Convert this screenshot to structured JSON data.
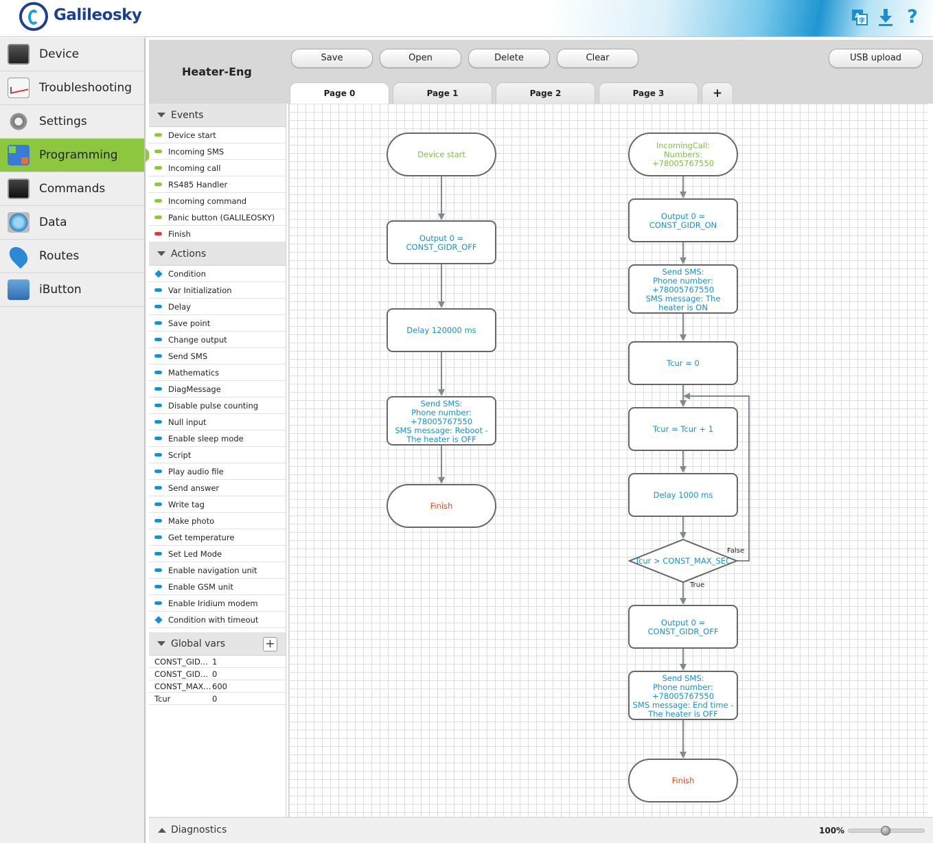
{
  "app": {
    "brand": "Galileosky"
  },
  "header": {
    "icons": [
      "translate-icon",
      "download-icon",
      "help-icon"
    ],
    "help_glyph": "?"
  },
  "nav": {
    "items": [
      {
        "label": "Device",
        "icon": "device-icon"
      },
      {
        "label": "Troubleshooting",
        "icon": "troubleshooting-icon"
      },
      {
        "label": "Settings",
        "icon": "settings-gear-icon"
      },
      {
        "label": "Programming",
        "icon": "programming-icon",
        "active": true
      },
      {
        "label": "Commands",
        "icon": "commands-terminal-icon"
      },
      {
        "label": "Data",
        "icon": "data-globe-icon"
      },
      {
        "label": "Routes",
        "icon": "routes-pin-icon"
      },
      {
        "label": "iButton",
        "icon": "ibutton-lock-icon"
      }
    ],
    "active_color": "#8dc63f"
  },
  "project": {
    "title": "Heater-Eng"
  },
  "toolbar": {
    "save": "Save",
    "open": "Open",
    "delete": "Delete",
    "clear": "Clear",
    "usb_upload": "USB upload"
  },
  "tabs": [
    "Page 0",
    "Page 1",
    "Page 2",
    "Page 3"
  ],
  "tab_add": "+",
  "events": {
    "title": "Events",
    "items": [
      "Device start",
      "Incoming SMS",
      "Incoming call",
      "RS485 Handler",
      "Incoming command",
      "Panic button (GALILEOSKY)",
      "Finish"
    ]
  },
  "actions": {
    "title": "Actions",
    "items": [
      "Condition",
      "Var Initialization",
      "Delay",
      "Save point",
      "Change output",
      "Send SMS",
      "Mathematics",
      "DiagMessage",
      "Disable pulse counting",
      "Null input",
      "Enable sleep mode",
      "Script",
      "Play audio file",
      "Send answer",
      "Write tag",
      "Make photo",
      "Get temperature",
      "Set Led Mode",
      "Enable navigation unit",
      "Enable GSM unit",
      "Enable Iridium modem",
      "Condition with timeout"
    ]
  },
  "global_vars": {
    "title": "Global vars",
    "add": "+",
    "rows": [
      {
        "name": "CONST_GID...",
        "value": "1"
      },
      {
        "name": "CONST_GID...",
        "value": "0"
      },
      {
        "name": "CONST_MAX...",
        "value": "600"
      },
      {
        "name": "Tcur",
        "value": "0"
      }
    ]
  },
  "flow": {
    "left": {
      "start": "Device start",
      "output": [
        "Output 0 =",
        "CONST_GIDR_OFF"
      ],
      "delay": "Delay 120000 ms",
      "sms": [
        "Send SMS:",
        "Phone number:",
        "+78005767550",
        "SMS message: Reboot -",
        "The heater is OFF"
      ],
      "finish": "Finish"
    },
    "right": {
      "start": [
        "IncomingCall:",
        "Numbers:",
        "+78005767550"
      ],
      "output_on": [
        "Output 0 =",
        "CONST_GIDR_ON"
      ],
      "sms_on": [
        "Send SMS:",
        "Phone number:",
        "+78005767550",
        "SMS message: The",
        "heater is ON"
      ],
      "init": "Tcur = 0",
      "increment": "Tcur = Tcur + 1",
      "delay": "Delay 1000 ms",
      "condition": "Tcur > CONST_MAX_SEC",
      "false_label": "False",
      "true_label": "True",
      "output_off": [
        "Output 0 =",
        "CONST_GIDR_OFF"
      ],
      "sms_off": [
        "Send SMS:",
        "Phone number:",
        "+78005767550",
        "SMS message: End time -",
        "The heater is OFF"
      ],
      "finish": "Finish"
    },
    "colors": {
      "event": "#7ac142",
      "action": "#1a8fd0",
      "finish": "#e2491d"
    }
  },
  "bottombar": {
    "diagnostics": "Diagnostics",
    "zoom": "100%",
    "zoom_fraction": 0.5
  }
}
